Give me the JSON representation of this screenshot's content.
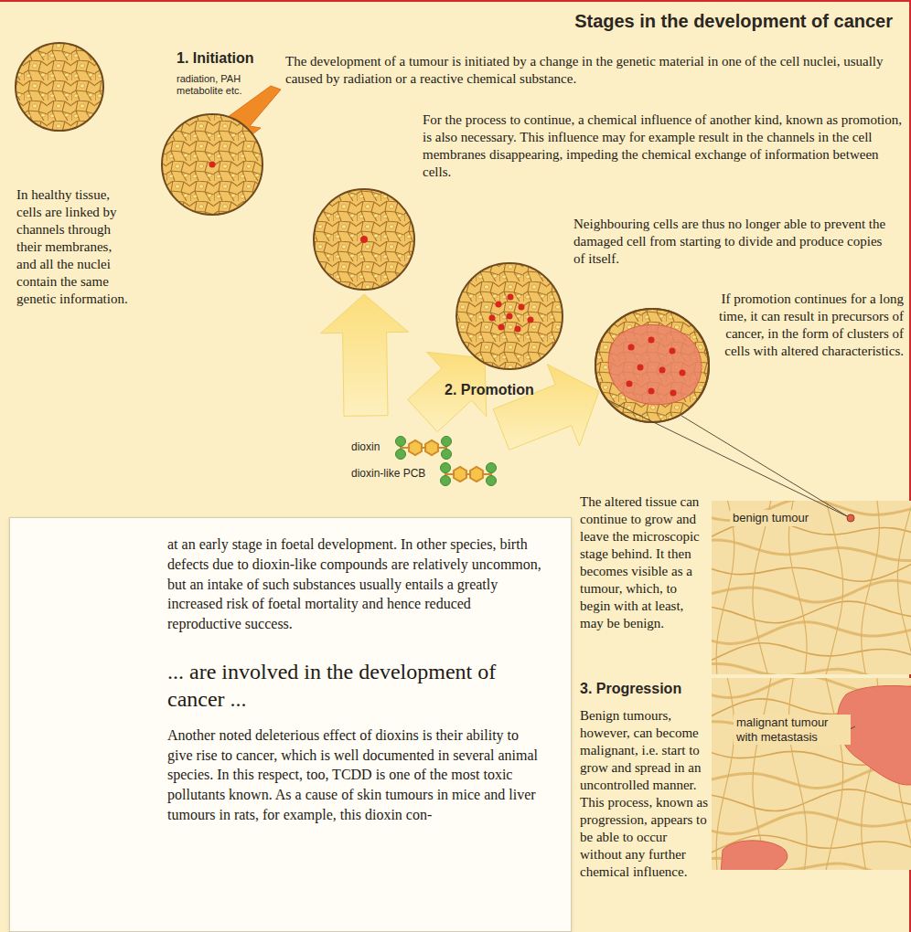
{
  "diagram": {
    "title": "Stages in the development of cancer",
    "nodes": [
      {
        "text": [
          "at an early stage in foetal development. In other species, birth defects due to dioxin-like compounds are relatively uncommon, but an intake of such substances usually entails a greatly increased risk of foetal mortality and hence reduced reproductive success.",
          "... are involved in the development of cancer ...",
          "Another noted deleterious effect of dioxins is their ability to give rise to cancer, which is well documented in several animal species. In this respect, too, TCDD is one of the most toxic pollutants known. As a cause of skin tumours in mice and liver tumours in rats, for example, this dioxin con-"
        ]
      },
      {
        "text": [
          "benign tumour"
        ]
      },
      {
        "text": [
          "malignant tumour with metastasis"
        ]
      }
    ],
    "labels": [
      "1. Initiation",
      "radiation, PAH metabolite etc.",
      "The development of a tumour is initiated by a change in the genetic material in one of the cell nuclei, usually caused by radiation or a reactive chemical substance.",
      "In healthy tissue, cells are linked by channels through their membranes, and all the nuclei contain the same genetic information.",
      "For the process to continue, a chemical influence of another kind, known as promotion, is also necessary. This influence may for example result in the channels in the cell membranes disappearing, impeding the chemical exchange of information between cells.",
      "Neighbouring cells are thus no longer able to prevent the damaged cell from starting to divide and produce copies of itself.",
      "If promotion continues for a long time, it can result in precursors of cancer, in the form of clusters of cells with altered characteristics.",
      "2. Promotion",
      "dioxin",
      "dioxin-like PCB",
      "The altered tissue can continue to grow and leave the microscopic stage behind. It then becomes visible as a tumour, which, to begin with at least, may be benign.",
      "3. Progression",
      "Benign tumours, however, can become malignant, i.e. start to grow and spread in an uncontrolled manner. This process, known as progression, appears to be able to occur without any further chemical influence."
    ]
  }
}
